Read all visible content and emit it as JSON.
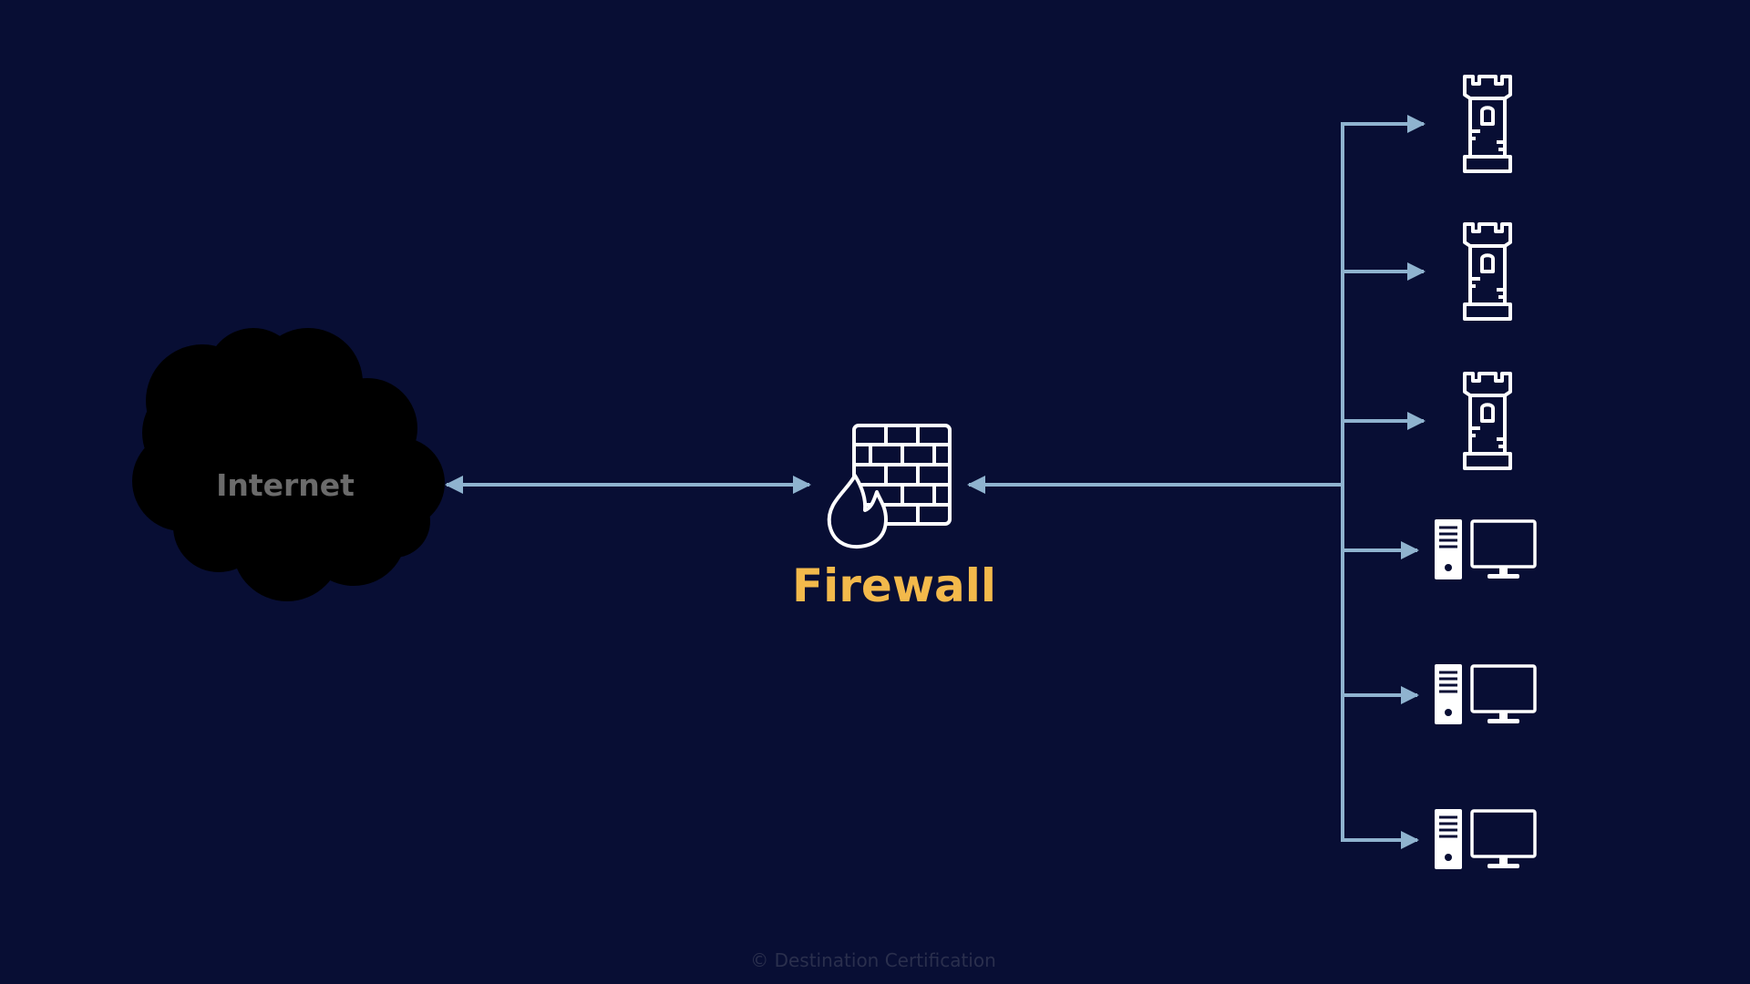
{
  "cloud": {
    "label": "Internet",
    "color": "#000000",
    "label_color": "#6b6b6b"
  },
  "firewall": {
    "label": "Firewall",
    "label_color": "#f3b94b",
    "icon": "firewall-icon"
  },
  "connector_color": "#8fb3cf",
  "icon_color": "#ffffff",
  "nodes": [
    {
      "type": "tower",
      "icon": "server-tower-icon"
    },
    {
      "type": "tower",
      "icon": "server-tower-icon"
    },
    {
      "type": "tower",
      "icon": "server-tower-icon"
    },
    {
      "type": "workstation",
      "icon": "desktop-computer-icon"
    },
    {
      "type": "workstation",
      "icon": "desktop-computer-icon"
    },
    {
      "type": "workstation",
      "icon": "desktop-computer-icon"
    }
  ],
  "footer": {
    "copyright": "© Destination Certification",
    "color": "#2a2f4d"
  }
}
